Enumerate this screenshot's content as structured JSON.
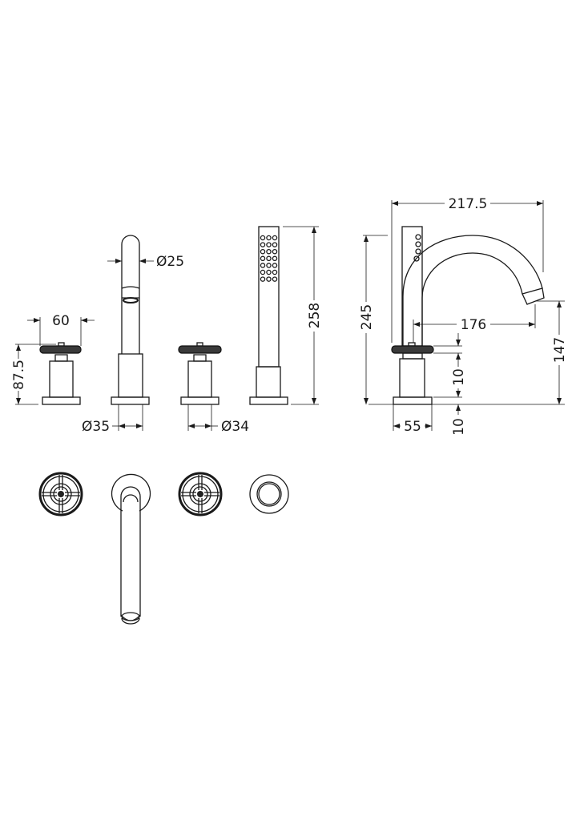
{
  "dimensions": {
    "handle_width": "60",
    "handle_height": "87.5",
    "spout_diameter": "Ø25",
    "spout_base_diameter": "Ø35",
    "handle_base_diameter": "Ø34",
    "shower_height": "258",
    "side_overall_width": "217.5",
    "side_overall_height": "245",
    "side_projection": "176",
    "side_outlet_height": "147",
    "side_wheel_thickness": "10",
    "side_base_thickness": "10",
    "side_base_width": "55"
  },
  "colors": {
    "line": "#1a1a1a",
    "knurl": "#3a3a3a"
  }
}
